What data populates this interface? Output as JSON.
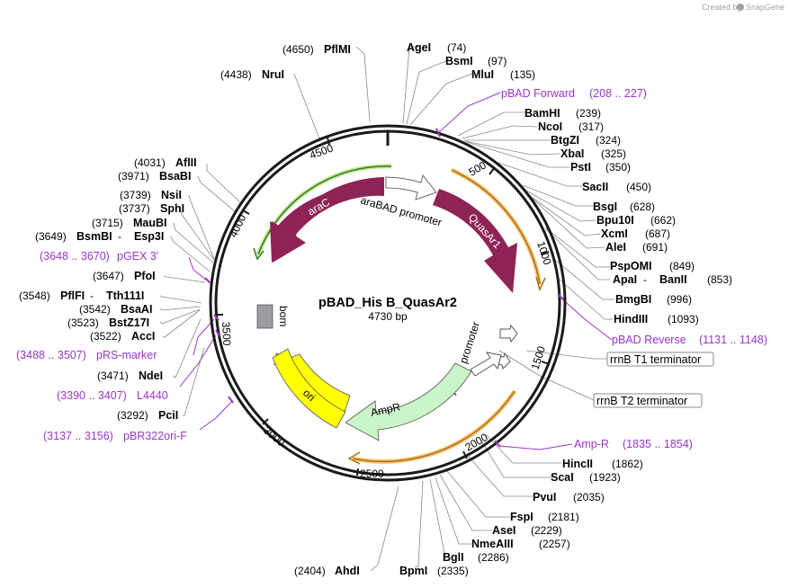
{
  "header": {
    "created_by": "Created by",
    "brand": "SnapGene"
  },
  "plasmid": {
    "name": "pBAD_His B_QuasAr2",
    "length_label": "4730 bp"
  },
  "ticks": [
    "500",
    "1000",
    "1500",
    "2000",
    "2500",
    "3000",
    "3500",
    "4000",
    "4500"
  ],
  "features": {
    "araC": "araC",
    "araBAD": "araBAD promoter",
    "quasar": "QuasAr1",
    "ampr": "AmpR",
    "ampr_promoter": "AmpR promoter",
    "ori": "ori",
    "bom": "bom"
  },
  "enzymes_right": [
    {
      "name": "AgeI",
      "pos": "(74)"
    },
    {
      "name": "BsmI",
      "pos": "(97)"
    },
    {
      "name": "MluI",
      "pos": "(135)"
    },
    {
      "name": "BamHI",
      "pos": "(239)"
    },
    {
      "name": "NcoI",
      "pos": "(317)"
    },
    {
      "name": "BtgZI",
      "pos": "(324)"
    },
    {
      "name": "XbaI",
      "pos": "(325)"
    },
    {
      "name": "PstI",
      "pos": "(350)"
    },
    {
      "name": "SacII",
      "pos": "(450)"
    },
    {
      "name": "BsgI",
      "pos": "(628)"
    },
    {
      "name": "Bpu10I",
      "pos": "(662)"
    },
    {
      "name": "XcmI",
      "pos": "(687)"
    },
    {
      "name": "AleI",
      "pos": "(691)"
    },
    {
      "name": "PspOMI",
      "pos": ""
    },
    {
      "name": "BmgBI",
      "pos": "(996)"
    },
    {
      "name": "HindIII",
      "pos": "(1093)"
    },
    {
      "name": "HincII",
      "pos": "(1862)"
    },
    {
      "name": "ScaI",
      "pos": "(1923)"
    },
    {
      "name": "PvuI",
      "pos": "(2035)"
    },
    {
      "name": "FspI",
      "pos": "(2181)"
    },
    {
      "name": "AseI",
      "pos": "(2229)"
    },
    {
      "name": "NmeAIII",
      "pos": "(2257)"
    },
    {
      "name": "BglI",
      "pos": "(2286)"
    },
    {
      "name": "BpmI",
      "pos": "(2335)"
    }
  ],
  "pspomi_pos": "(849)",
  "apai": {
    "name": "ApaI",
    "sep": " - ",
    "name2": "BanII",
    "pos": "(853)"
  },
  "enzymes_left": [
    {
      "pos": "(4650)",
      "name": "PflMI"
    },
    {
      "pos": "(4438)",
      "name": "NruI"
    },
    {
      "pos": "(4031)",
      "name": "AflII"
    },
    {
      "pos": "(3971)",
      "name": "BsaBI"
    },
    {
      "pos": "(3739)",
      "name": "NsiI"
    },
    {
      "pos": "(3737)",
      "name": "SphI"
    },
    {
      "pos": "(3715)",
      "name": "MauBI"
    },
    {
      "pos": "(3647)",
      "name": "PfoI"
    },
    {
      "pos": "(3542)",
      "name": "BsaAI"
    },
    {
      "pos": "(3523)",
      "name": "BstZ17I"
    },
    {
      "pos": "(3522)",
      "name": "AccI"
    },
    {
      "pos": "(3471)",
      "name": "NdeI"
    },
    {
      "pos": "(3292)",
      "name": "PciI"
    },
    {
      "pos": "(2404)",
      "name": "AhdI"
    }
  ],
  "bsmbi": {
    "pos": "(3649)",
    "name": "BsmBI",
    "sep": " - ",
    "name2": "Esp3I"
  },
  "pflfi": {
    "pos": "(3548)",
    "name": "PflFI",
    "sep": " - ",
    "name2": "Tth111I"
  },
  "primers": {
    "pbad_forward": {
      "name": "pBAD Forward",
      "range": "(208 .. 227)"
    },
    "pbad_reverse": {
      "name": "pBAD Reverse",
      "range": "(1131 .. 1148)"
    },
    "amp_r": {
      "name": "Amp-R",
      "range": "(1835 .. 1854)"
    },
    "pgex3": {
      "range": "(3648 .. 3670)",
      "name": "pGEX 3'"
    },
    "prs_marker": {
      "range": "(3488 .. 3507)",
      "name": "pRS-marker"
    },
    "l4440": {
      "range": "(3390 .. 3407)",
      "name": "L4440"
    },
    "pbr322ori": {
      "range": "(3137 .. 3156)",
      "name": "pBR322ori-F"
    }
  },
  "terminators": {
    "t1": "rrnB T1 terminator",
    "t2": "rrnB T2 terminator"
  },
  "colors": {
    "backbone": "#1a1a1a",
    "arac": "#8e2356",
    "arac_glow": "#c8e6a0",
    "quasar": "#8e2356",
    "quasar_glow": "#f5c77e",
    "ampr": "#c9f5c9",
    "ori": "#ffff00",
    "bom": "#9a9ca0",
    "primer": "#9a35c9",
    "brand": "#9aa3ad"
  }
}
